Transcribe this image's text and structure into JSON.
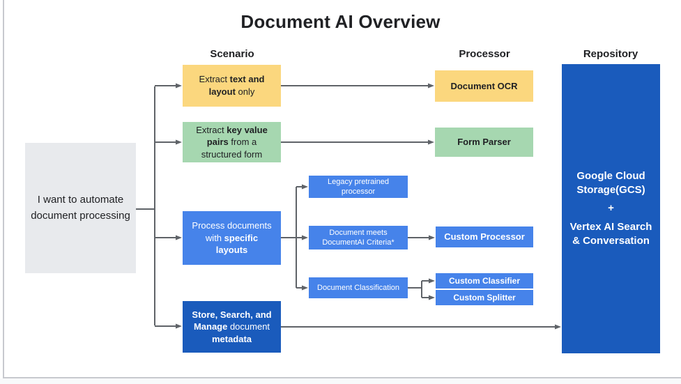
{
  "title": "Document AI Overview",
  "columns": {
    "scenario": "Scenario",
    "processor": "Processor",
    "repository": "Repository"
  },
  "prompt": {
    "text": "I want to automate document processing"
  },
  "scenarios": {
    "extract_text": {
      "pre": "Extract ",
      "bold": "text and layout",
      "post": " only"
    },
    "extract_kv": {
      "pre": "Extract ",
      "bold": "key value pairs",
      "post": " from a structured form"
    },
    "process_layouts": {
      "pre": "Process documents with ",
      "bold": "specific layouts"
    },
    "store_search": {
      "bold1": "Store, Search, and Manage",
      "mid": " document ",
      "bold2": "metadata"
    }
  },
  "decisions": {
    "legacy": "Legacy pretrained processor",
    "criteria": "Document meets DocumentAI Criteria*",
    "classification": "Document Classification"
  },
  "processors": {
    "ocr": "Document OCR",
    "form_parser": "Form Parser",
    "custom_processor": "Custom Processor",
    "custom_classifier": "Custom Classifier",
    "custom_splitter": "Custom Splitter"
  },
  "repository": {
    "line1": "Google Cloud Storage(GCS)",
    "plus": "+",
    "line2": "Vertex AI Search & Conversation"
  },
  "colors": {
    "yellow": "#fbd77e",
    "green": "#a6d7b0",
    "blue": "#4683ea",
    "dark_blue": "#1a5bbc",
    "gray_box": "#e8eaed",
    "line": "#5f6368",
    "text_dark": "#202124"
  }
}
